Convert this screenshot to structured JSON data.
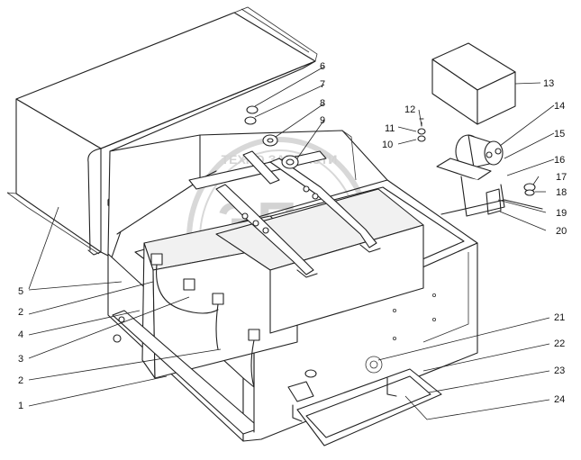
{
  "watermark": {
    "text_top": "ТЕХНО ЗАПЧАСТИ",
    "text_main": "ЭПФ"
  },
  "callouts": [
    {
      "id": "c1",
      "label": "1"
    },
    {
      "id": "c2a",
      "label": "2"
    },
    {
      "id": "c2b",
      "label": "2"
    },
    {
      "id": "c3",
      "label": "3"
    },
    {
      "id": "c4",
      "label": "4"
    },
    {
      "id": "c5",
      "label": "5"
    },
    {
      "id": "c6",
      "label": "6"
    },
    {
      "id": "c7",
      "label": "7"
    },
    {
      "id": "c8",
      "label": "8"
    },
    {
      "id": "c9",
      "label": "9"
    },
    {
      "id": "c10",
      "label": "10"
    },
    {
      "id": "c11",
      "label": "11"
    },
    {
      "id": "c12",
      "label": "12"
    },
    {
      "id": "c13",
      "label": "13"
    },
    {
      "id": "c14",
      "label": "14"
    },
    {
      "id": "c15",
      "label": "15"
    },
    {
      "id": "c16",
      "label": "16"
    },
    {
      "id": "c17",
      "label": "17"
    },
    {
      "id": "c18",
      "label": "18"
    },
    {
      "id": "c19",
      "label": "19"
    },
    {
      "id": "c20",
      "label": "20"
    },
    {
      "id": "c21",
      "label": "21"
    },
    {
      "id": "c22",
      "label": "22"
    },
    {
      "id": "c23",
      "label": "23"
    },
    {
      "id": "c24",
      "label": "24"
    }
  ]
}
